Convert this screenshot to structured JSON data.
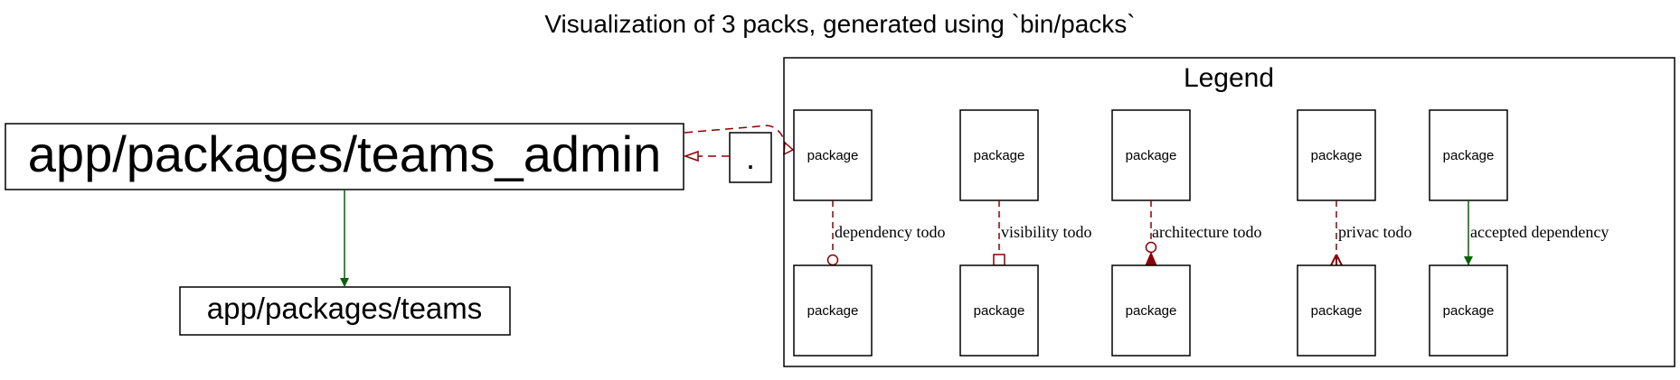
{
  "title": "Visualization of 3 packs, generated using `bin/packs`",
  "nodes": {
    "teams_admin": "app/packages/teams_admin",
    "teams": "app/packages/teams",
    "dot": "."
  },
  "legend": {
    "title": "Legend",
    "package_label": "package",
    "edges": [
      {
        "label": "dependency todo",
        "style": "dashed",
        "color": "#8b0000",
        "arrowhead": "odot"
      },
      {
        "label": "visibility todo",
        "style": "dashed",
        "color": "#8b0000",
        "arrowhead": "obox"
      },
      {
        "label": "architecture todo",
        "style": "dashed",
        "color": "#8b0000",
        "arrowhead": "odot-normal"
      },
      {
        "label": "privac todo",
        "style": "dashed",
        "color": "#8b0000",
        "arrowhead": "crow"
      },
      {
        "label": "accepted dependency",
        "style": "solid",
        "color": "#006400",
        "arrowhead": "normal"
      }
    ]
  },
  "colors": {
    "todo": "#8b0000",
    "accepted": "#006400",
    "stroke": "#000000"
  }
}
